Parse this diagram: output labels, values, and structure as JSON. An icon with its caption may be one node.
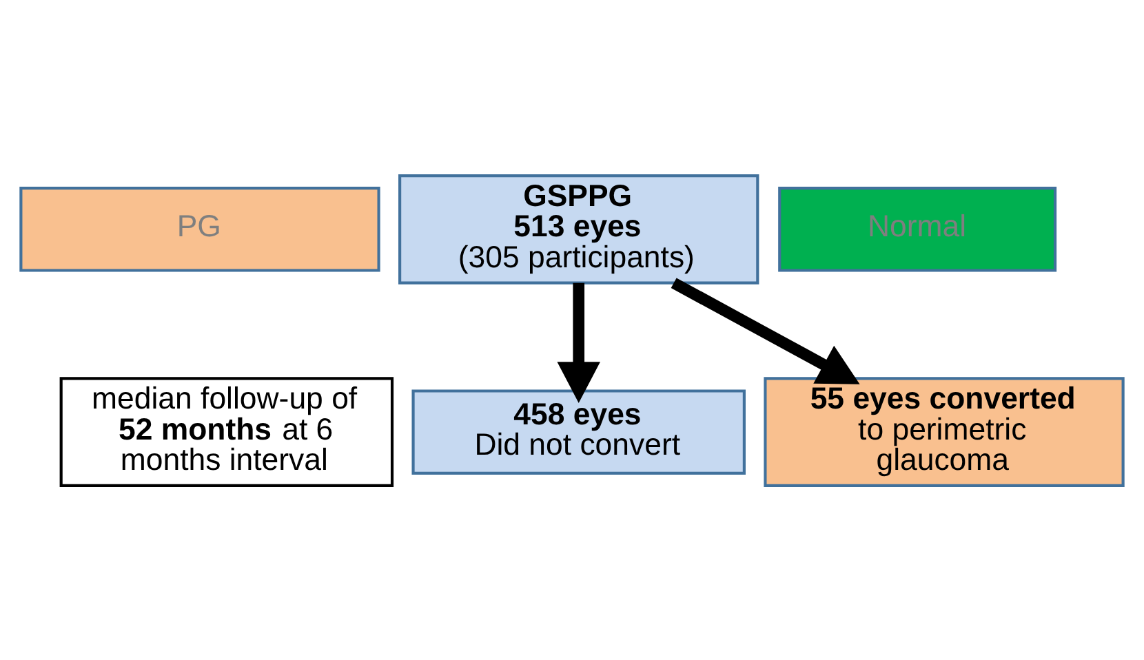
{
  "diagram": {
    "nodes": [
      {
        "text": [
          "PG"
        ]
      },
      {
        "text": [
          "GSPPG",
          "513 eyes",
          "(305 participants)"
        ]
      },
      {
        "text": [
          "Normal"
        ]
      },
      {
        "text": [
          "median follow-up of **52 months** at 6 months interval"
        ]
      },
      {
        "text": [
          "458 eyes",
          "Did not convert"
        ]
      },
      {
        "text": [
          "55 eyes converted",
          "to perimetric glaucoma"
        ]
      }
    ],
    "edges": [
      {
        "from": 1,
        "to": 4,
        "arrow": "to"
      },
      {
        "from": 1,
        "to": 5,
        "arrow": "to"
      }
    ]
  }
}
